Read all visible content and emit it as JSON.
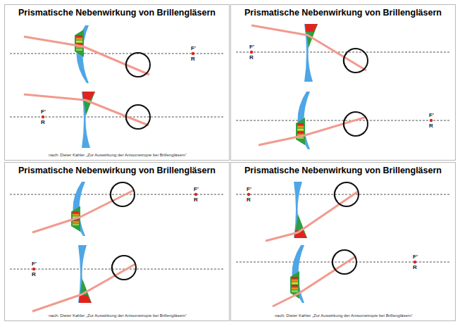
{
  "diagram": {
    "nodes": [
      {
        "text": [
          "Prismatische Nebenwirkung von Brillengläsern",
          "nach: Dieter Kahler „Zur Auswirkung der Anisometropie bei Brillengläsern“"
        ]
      },
      {
        "text": [
          "Prismatische Nebenwirkung von Brillengläsern"
        ]
      },
      {
        "text": [
          "Prismatische Nebenwirkung von Brillengläsern",
          "nach: Dieter Kahler „Zur Auswirkung der Anisometropie bei Brillengläsern“"
        ]
      },
      {
        "text": [
          "Prismatische Nebenwirkung von Brillengläsern",
          "nach: Dieter Kahler „Zur Auswirkung der Anisometropie bei Brillengläsern“"
        ]
      }
    ],
    "labels": [
      "F'",
      "R",
      "F'",
      "R",
      "F'",
      "R",
      "F'",
      "R",
      "F'",
      "R",
      "F'",
      "R",
      "F'",
      "R",
      "F'",
      "R"
    ]
  }
}
